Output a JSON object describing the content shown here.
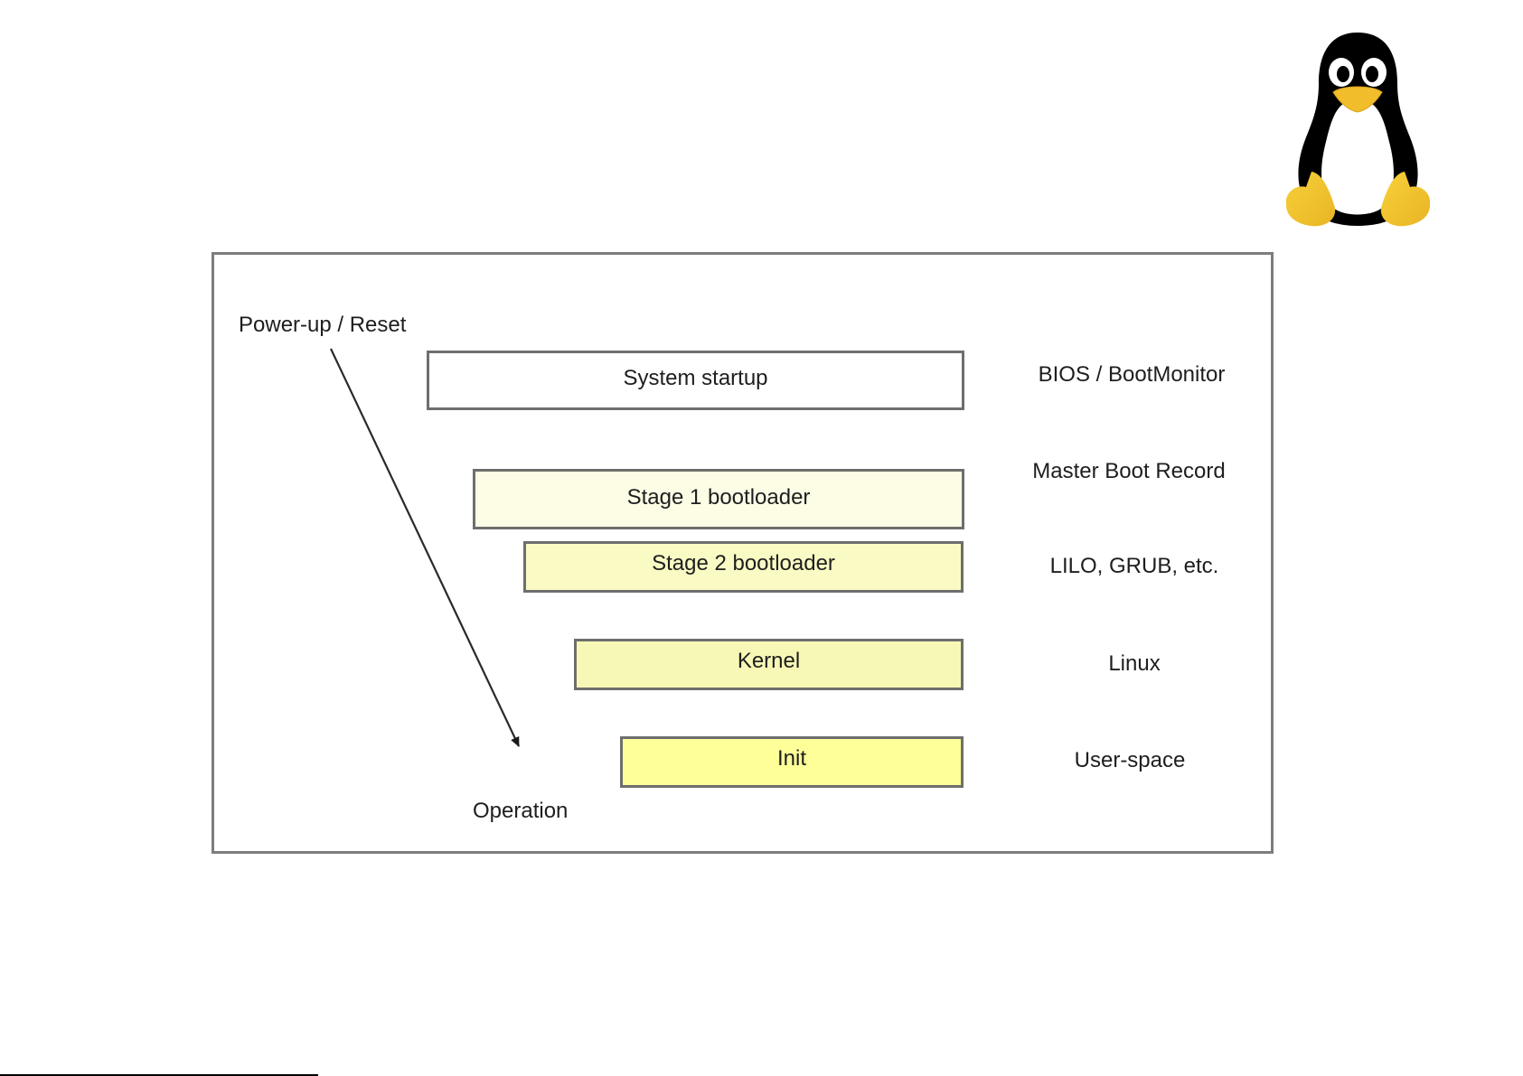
{
  "diagram": {
    "title": "Linux boot process",
    "start_label": "Power-up / Reset",
    "end_label": "Operation",
    "stages": [
      {
        "label": "System startup",
        "description": "BIOS / BootMonitor",
        "fill": "#ffffff"
      },
      {
        "label": "Stage 1 bootloader",
        "description": "Master Boot Record",
        "fill": "#fdfde6"
      },
      {
        "label": "Stage 2 bootloader",
        "description": "LILO, GRUB, etc.",
        "fill": "#fafac4"
      },
      {
        "label": "Kernel",
        "description": "Linux",
        "fill": "#f8f8b6"
      },
      {
        "label": "Init",
        "description": "User-space",
        "fill": "#ffff99"
      }
    ]
  },
  "logo": {
    "icon": "tux-penguin-icon"
  }
}
